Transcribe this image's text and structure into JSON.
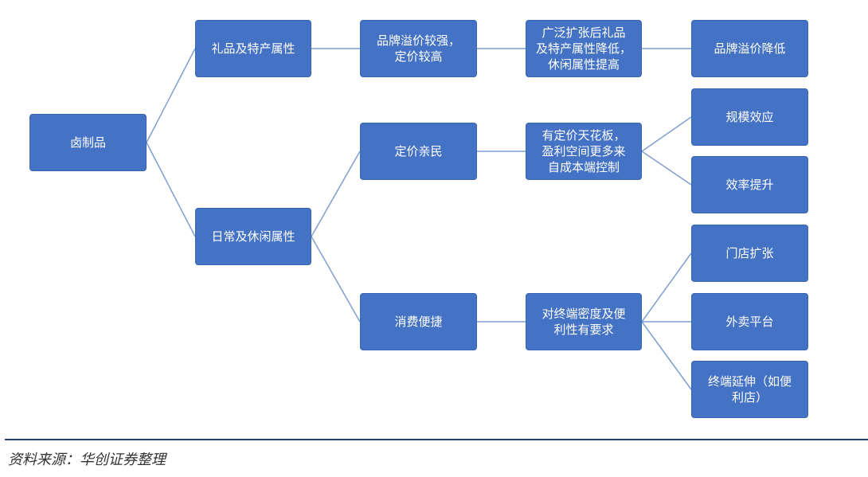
{
  "diagram": {
    "node_color": "#4472c4",
    "line_color": "#7f9fd1",
    "nodes": {
      "root": "卤制品",
      "gift": "礼品及特产属性",
      "brand_premium": "品牌溢价较强，\n定价较高",
      "expand_gift": "广泛扩张后礼品\n及特产属性降低，\n休闲属性提高",
      "premium_down": "品牌溢价降低",
      "daily": "日常及休闲属性",
      "pricing_people": "定价亲民",
      "price_ceiling": "有定价天花板，\n盈利空间更多来\n自成本端控制",
      "scale": "规模效应",
      "efficiency": "效率提升",
      "convenience": "消费便捷",
      "density": "对终端密度及便\n利性有要求",
      "store_expand": "门店扩张",
      "delivery": "外卖平台",
      "terminal_ext": "终端延伸（如便\n利店）"
    }
  },
  "footer": {
    "source": "资料来源：华创证券整理"
  }
}
